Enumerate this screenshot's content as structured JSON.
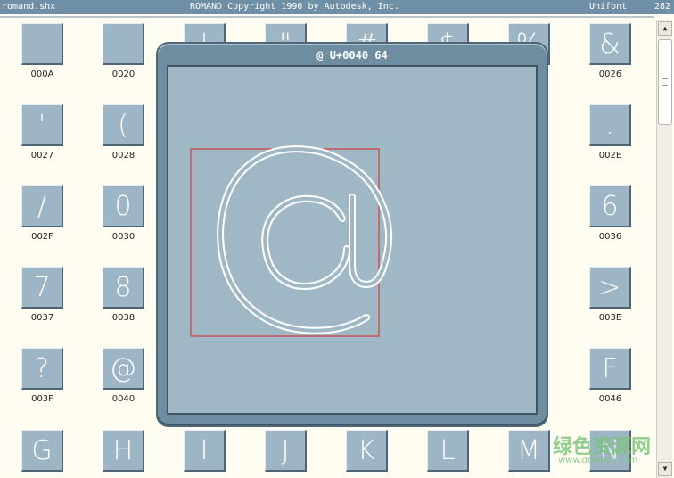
{
  "titlebar": {
    "file": "romand.shx",
    "copyright": "ROMAND  Copyright 1996 by Autodesk, Inc.",
    "font_type": "Unifont",
    "count": "282"
  },
  "popup": {
    "title": "@ U+0040  64"
  },
  "glyphs": [
    {
      "glyph": "",
      "code": "000A"
    },
    {
      "glyph": "",
      "code": "0020"
    },
    {
      "glyph": "!",
      "code": ""
    },
    {
      "glyph": "\"",
      "code": ""
    },
    {
      "glyph": "#",
      "code": ""
    },
    {
      "glyph": "$",
      "code": ""
    },
    {
      "glyph": "%",
      "code": ""
    },
    {
      "glyph": "&",
      "code": "0026"
    },
    {
      "glyph": "'",
      "code": "0027"
    },
    {
      "glyph": "(",
      "code": "0028"
    },
    {
      "glyph": ".",
      "code": "002E"
    },
    {
      "glyph": "/",
      "code": "002F"
    },
    {
      "glyph": "0",
      "code": "0030"
    },
    {
      "glyph": "6",
      "code": "0036"
    },
    {
      "glyph": "7",
      "code": "0037"
    },
    {
      "glyph": "8",
      "code": "0038"
    },
    {
      "glyph": ">",
      "code": "003E"
    },
    {
      "glyph": "?",
      "code": "003F"
    },
    {
      "glyph": "@",
      "code": "0040"
    },
    {
      "glyph": "F",
      "code": "0046"
    },
    {
      "glyph": "G",
      "code": ""
    },
    {
      "glyph": "H",
      "code": ""
    },
    {
      "glyph": "I",
      "code": ""
    },
    {
      "glyph": "J",
      "code": ""
    },
    {
      "glyph": "K",
      "code": ""
    },
    {
      "glyph": "L",
      "code": ""
    },
    {
      "glyph": "M",
      "code": ""
    },
    {
      "glyph": "N",
      "code": ""
    }
  ],
  "watermark": {
    "main": "绿色资源网",
    "url": "www.downcc.com"
  },
  "colors": {
    "tile": "#9db5c4",
    "titlebar": "#6f8fa6",
    "popup_frame": "#6f8da1",
    "bounding_box": "#e02020"
  }
}
